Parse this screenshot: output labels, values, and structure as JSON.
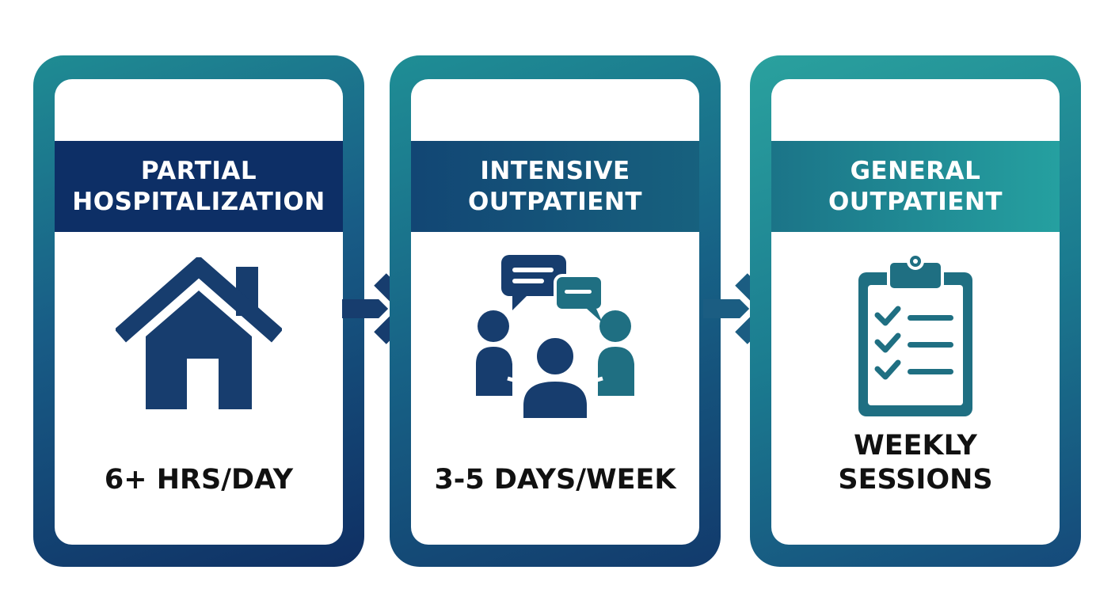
{
  "stages": [
    {
      "title": "PARTIAL\nHOSPITALIZATION",
      "icon": "house-icon",
      "caption": "6+ HRS/DAY"
    },
    {
      "title": "INTENSIVE\nOUTPATIENT",
      "icon": "group-discussion-icon",
      "caption": "3-5 DAYS/WEEK"
    },
    {
      "title": "GENERAL\nOUTPATIENT",
      "icon": "clipboard-checklist-icon",
      "caption": "WEEKLY\nSESSIONS"
    }
  ],
  "connectors": [
    "arrow-right-icon",
    "arrow-right-icon"
  ],
  "colors": {
    "navy": "#0d2f66",
    "teal": "#25a0a0",
    "icon_navy": "#173d6e",
    "icon_teal": "#1f6f82"
  }
}
